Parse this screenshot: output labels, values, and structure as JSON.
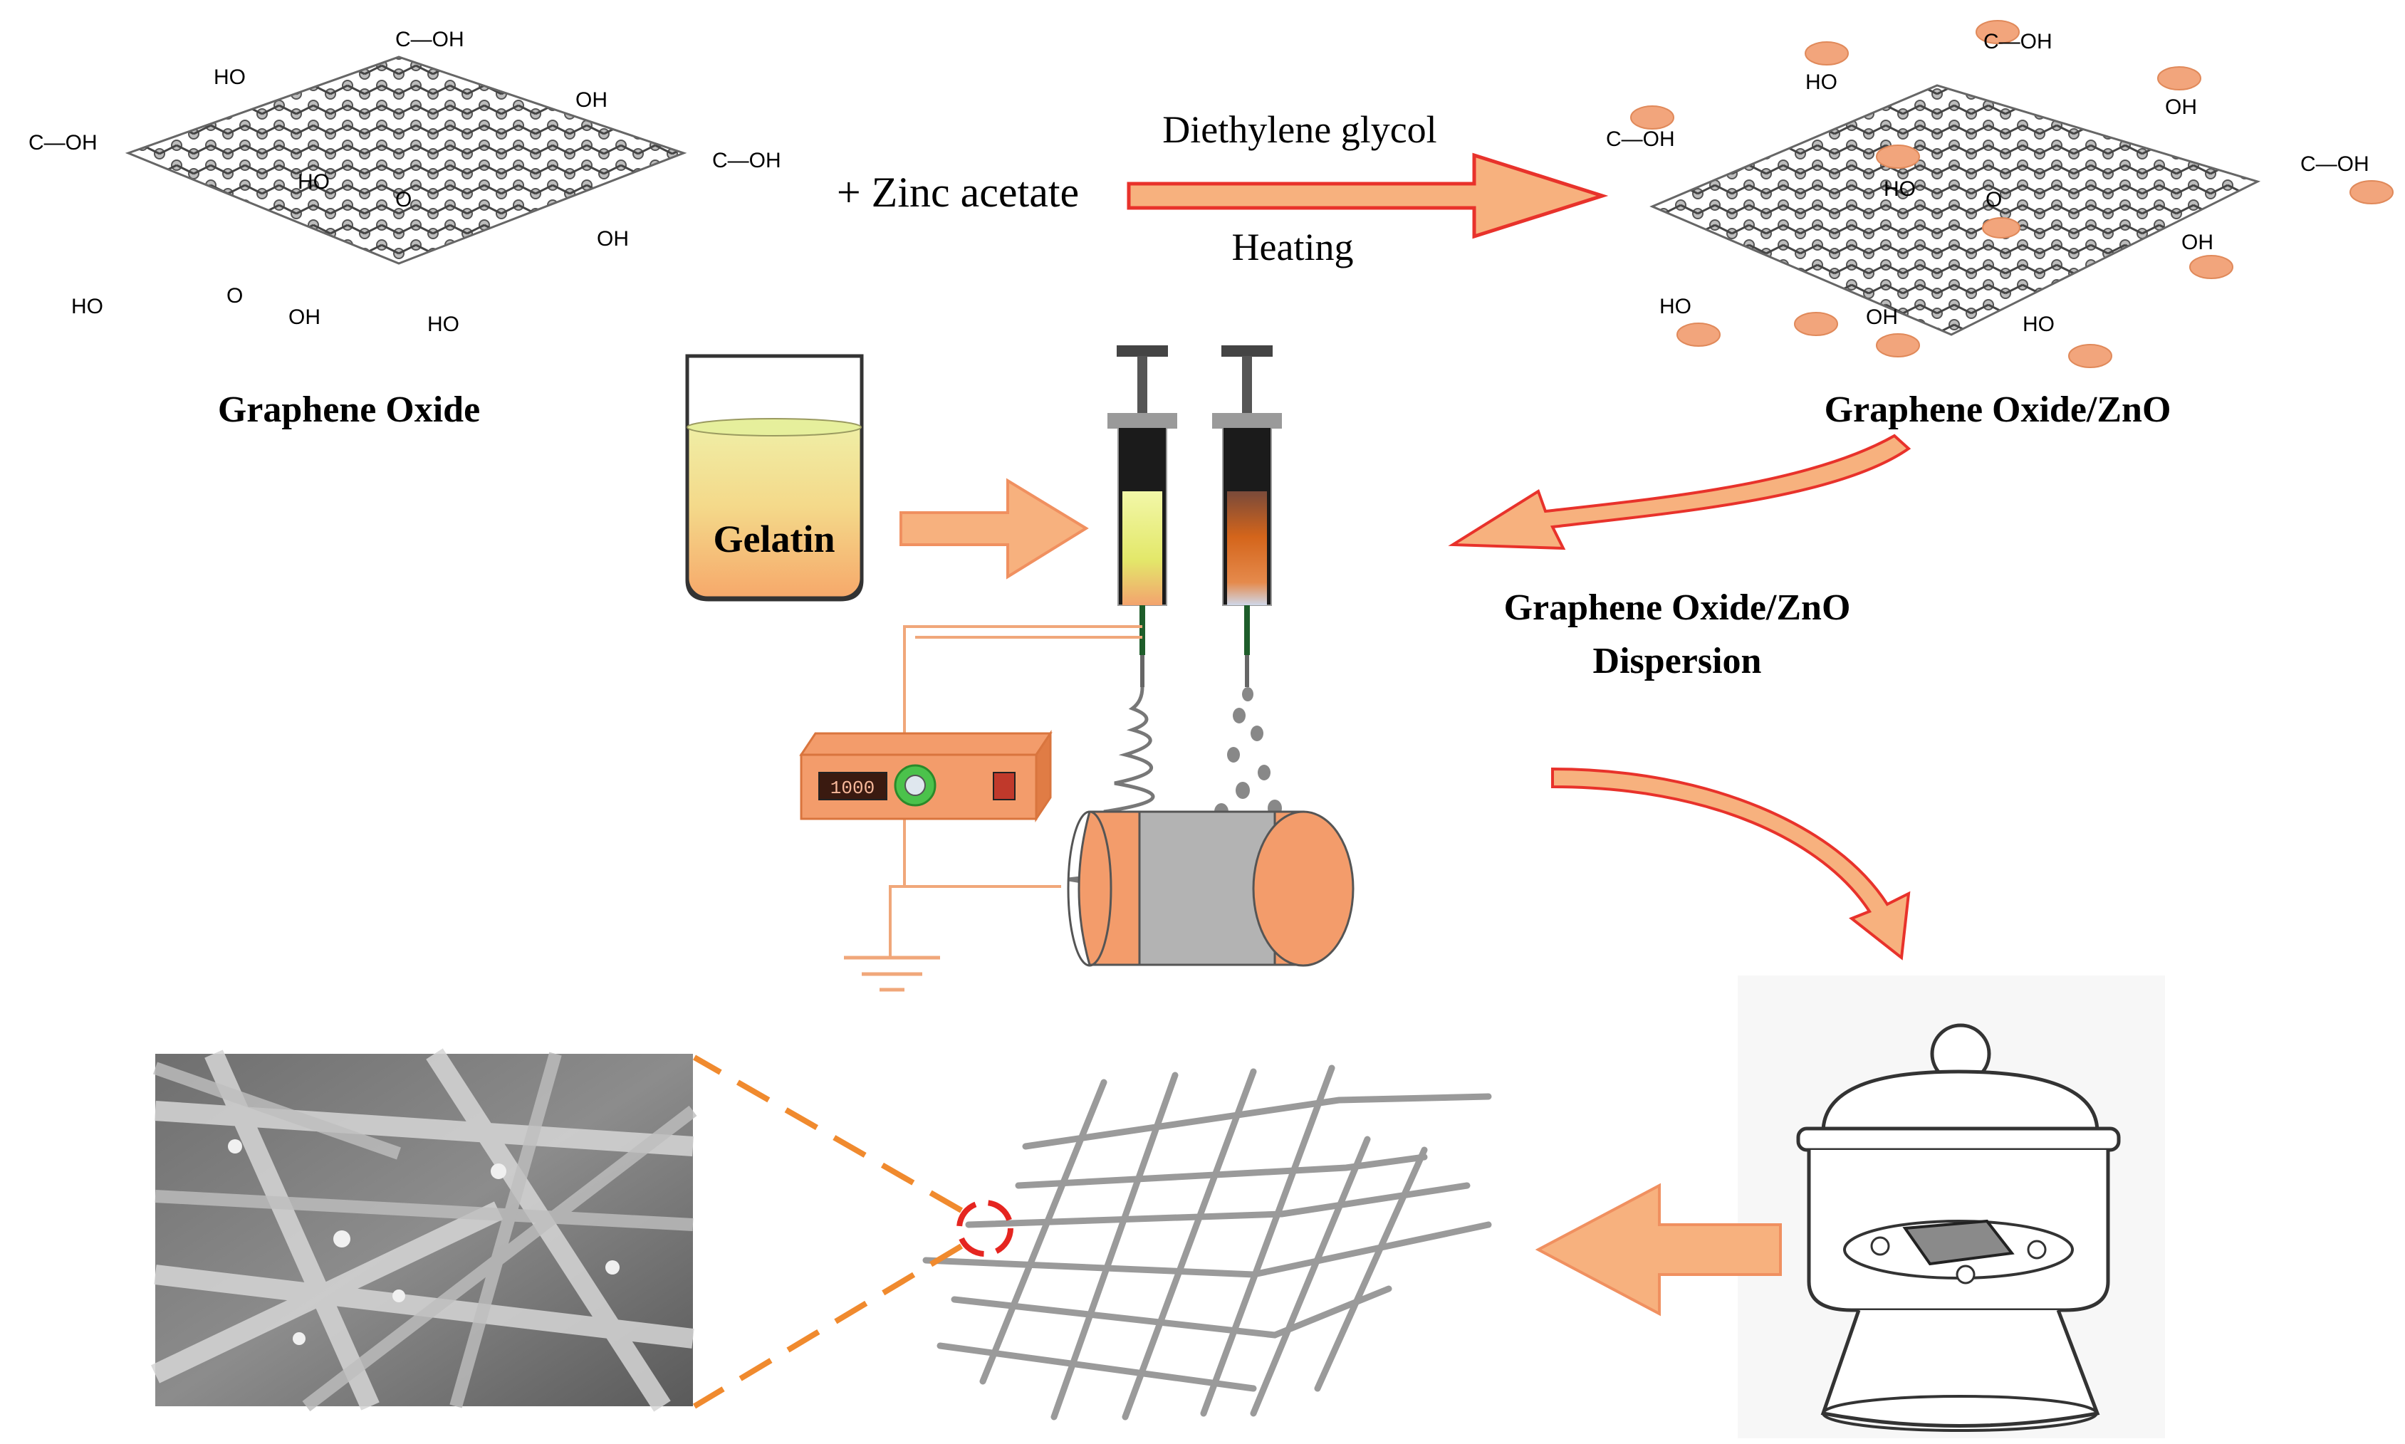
{
  "graphene_oxide": {
    "label": "Graphene Oxide",
    "groups": {
      "cooh_left": "C",
      "o": "O",
      "oh": "OH",
      "ho": "HO"
    }
  },
  "reaction": {
    "reagent": "+ Zinc acetate",
    "condition_top": "Diethylene glycol",
    "condition_bottom": "Heating"
  },
  "graphene_oxide_zno": {
    "label": "Graphene Oxide/ZnO"
  },
  "gelatin": {
    "label": "Gelatin"
  },
  "dispersion": {
    "line1": "Graphene Oxide/ZnO",
    "line2": "Dispersion"
  },
  "power_supply": {
    "display": "1000"
  },
  "colors": {
    "arrow_fill": "#f7b17e",
    "arrow_stroke": "#e8322b",
    "orange": "#f39c6b",
    "zno_particle": "#f2a57c",
    "fiber": "#9a9a9a",
    "dash_line": "#f08a2e",
    "circle_red": "#e52520"
  }
}
